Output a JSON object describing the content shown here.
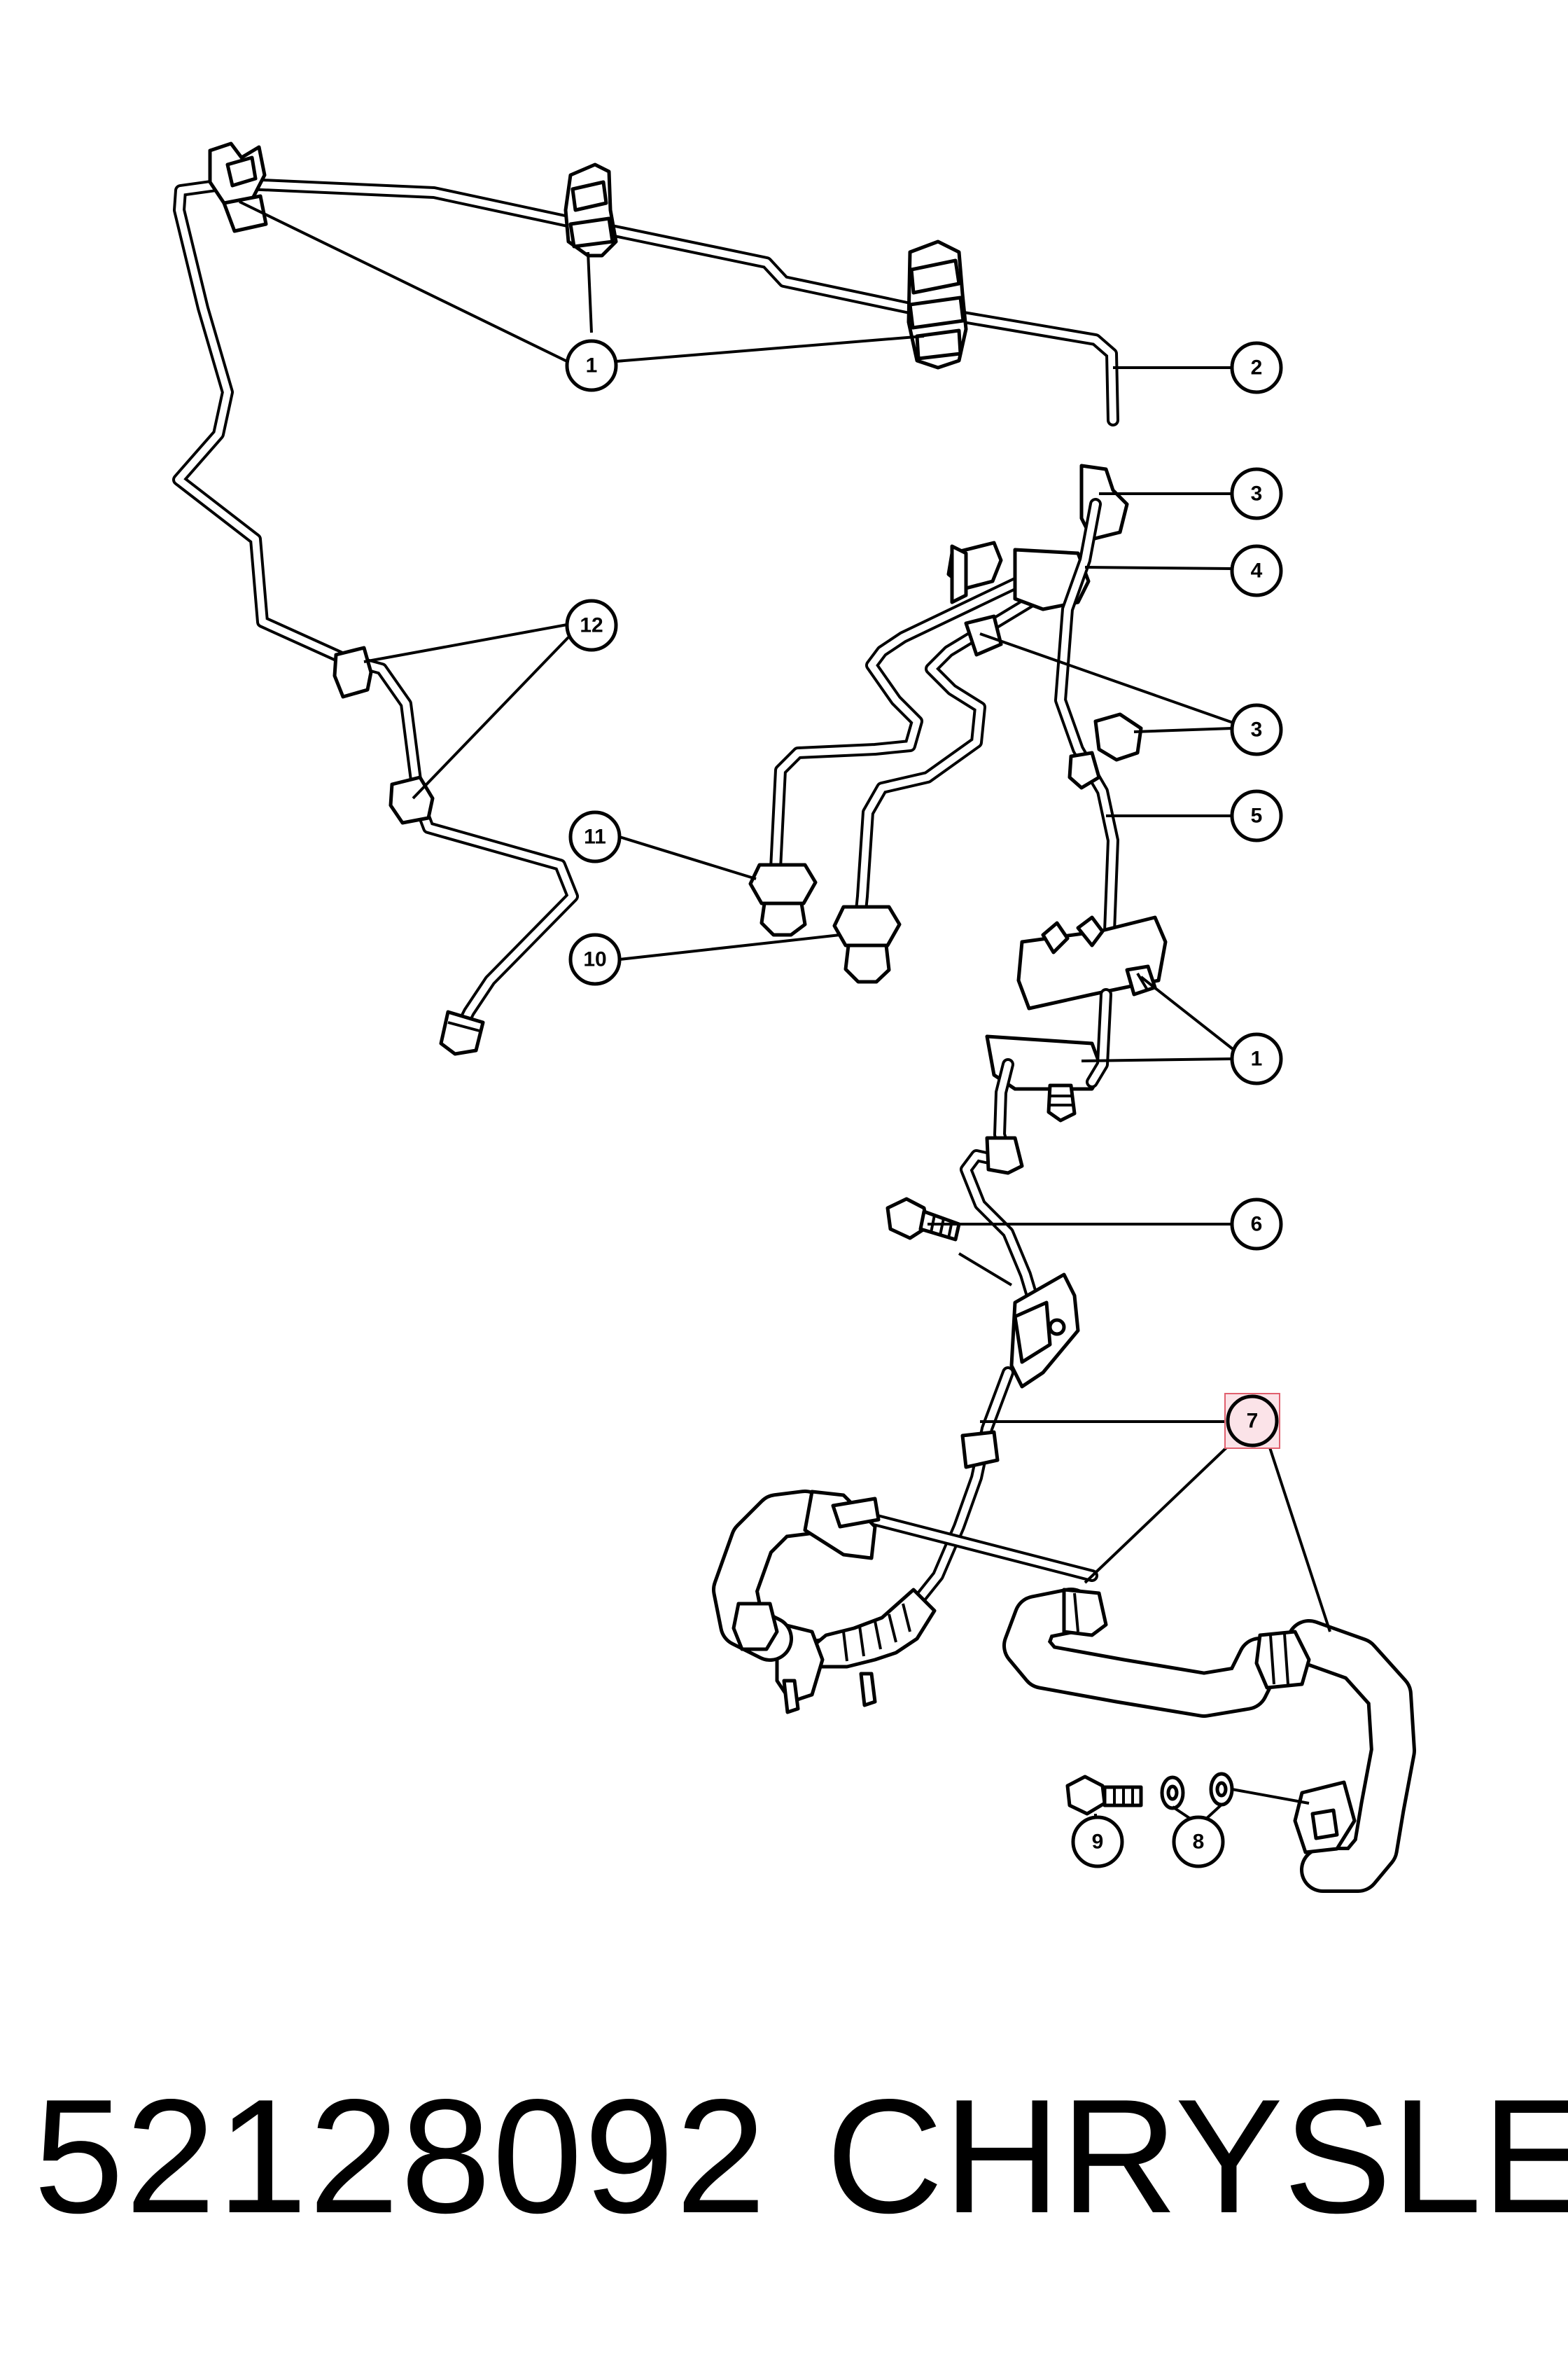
{
  "callouts": {
    "c1a": "1",
    "c2": "2",
    "c3a": "3",
    "c4": "4",
    "c3b": "3",
    "c5": "5",
    "c12": "12",
    "c11": "11",
    "c10": "10",
    "c1b": "1",
    "c6": "6",
    "c7": "7",
    "c9": "9",
    "c8": "8"
  },
  "highlighted_callout": "7",
  "footer": {
    "part_number": "52128092",
    "brand": "CHRYSLER"
  }
}
